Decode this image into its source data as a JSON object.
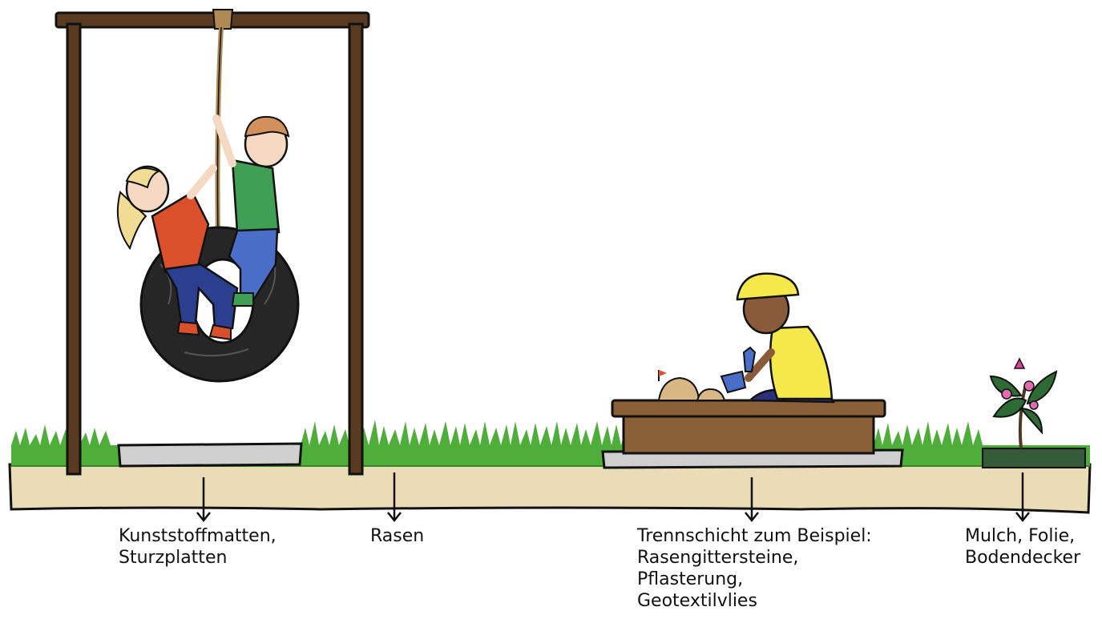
{
  "colors": {
    "ground": "#eadcb6",
    "grass": "#4fae3a",
    "grass_dark": "#2f8a25",
    "mat": "#cfcfcf",
    "wood": "#5a3b22",
    "sandbox_wood": "#8a6038",
    "mulch": "#355a3a",
    "tire": "#262626",
    "outline": "#111111"
  },
  "labels": {
    "mats": {
      "lines": [
        "Kunststoffmatten,",
        "Sturzplatten"
      ]
    },
    "lawn": {
      "lines": [
        "Rasen"
      ]
    },
    "separator": {
      "lines": [
        "Trennschicht zum Beispiel:",
        "Rasengittersteine,",
        "Pflasterung,",
        "Geotextilvlies"
      ]
    },
    "mulch": {
      "lines": [
        "Mulch, Folie,",
        "Bodendecker"
      ]
    }
  }
}
